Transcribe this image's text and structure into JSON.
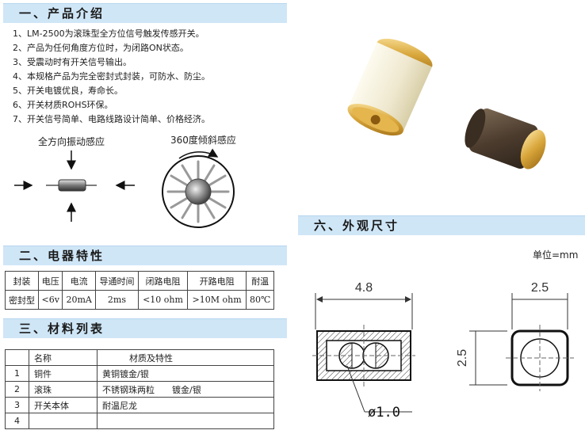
{
  "section1": {
    "title": "一、产品介绍",
    "items": [
      "1、LM-2500为滚珠型全方位信号触发传感开关。",
      "2、产品为任何角度方位时，为闭路ON状态。",
      "3、受震动时有开关信号输出。",
      "4、本规格产品为完全密封式封装，可防水、防尘。",
      "5、开关电镀优良，寿命长。",
      "6、开关材质ROHS环保。",
      "7、开关信号简单、电路线路设计简单、价格经济。"
    ]
  },
  "diagrams": {
    "vibration_caption": "全方向振动感应",
    "tilt_caption": "360度倾斜感应"
  },
  "section2": {
    "title": "二、电器特性",
    "headers": [
      "封装",
      "电压",
      "电流",
      "导通时间",
      "闭路电阻",
      "开路电阻",
      "耐温"
    ],
    "row": [
      "密封型",
      "<6v",
      "20mA",
      "2ms",
      "<10 ohm",
      ">10M ohm",
      "80℃"
    ]
  },
  "section3": {
    "title": "三、材料列表",
    "headers": [
      "",
      "名称",
      "材质及特性"
    ],
    "rows": [
      [
        "1",
        "铜件",
        "黄铜镀金/银"
      ],
      [
        "2",
        "滚珠",
        "不锈钢珠两粒　　镀金/银"
      ],
      [
        "3",
        "开关本体",
        "耐温尼龙"
      ],
      [
        "4",
        "",
        ""
      ]
    ]
  },
  "section6": {
    "title": "六、外观尺寸",
    "unit": "单位=mm",
    "dim_length": "4.8",
    "dim_width": "2.5",
    "dim_height": "2.5",
    "dim_ball": "ø1.0"
  },
  "colors": {
    "header_bg": "#cfe6f7",
    "gold": "#d8a63a",
    "nylon": "#f1ecd6",
    "bronze": "#5b4a3a"
  }
}
